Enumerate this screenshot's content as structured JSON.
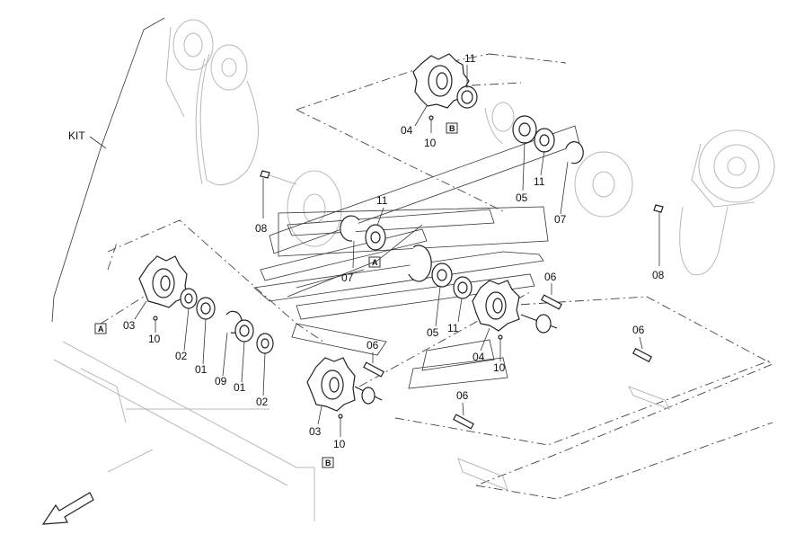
{
  "kit_label": "KIT",
  "callouts": {
    "c11a": "11",
    "c04a": "04",
    "c10a": "10",
    "cBa": "B",
    "c05a": "05",
    "c11b": "11",
    "c07a": "07",
    "c08a": "08",
    "c11c": "11",
    "c07b": "07",
    "cAa": "A",
    "c08b": "08",
    "c06a": "06",
    "c06b": "06",
    "c06c": "06",
    "c06d": "06",
    "c03a": "03",
    "c10b": "10",
    "cAb": "A",
    "c02a": "02",
    "c01a": "01",
    "c09": "09",
    "c01b": "01",
    "c02b": "02",
    "c05b": "05",
    "c11d": "11",
    "c04b": "04",
    "c10c": "10",
    "c03b": "03",
    "c10d": "10",
    "cBb": "B"
  }
}
